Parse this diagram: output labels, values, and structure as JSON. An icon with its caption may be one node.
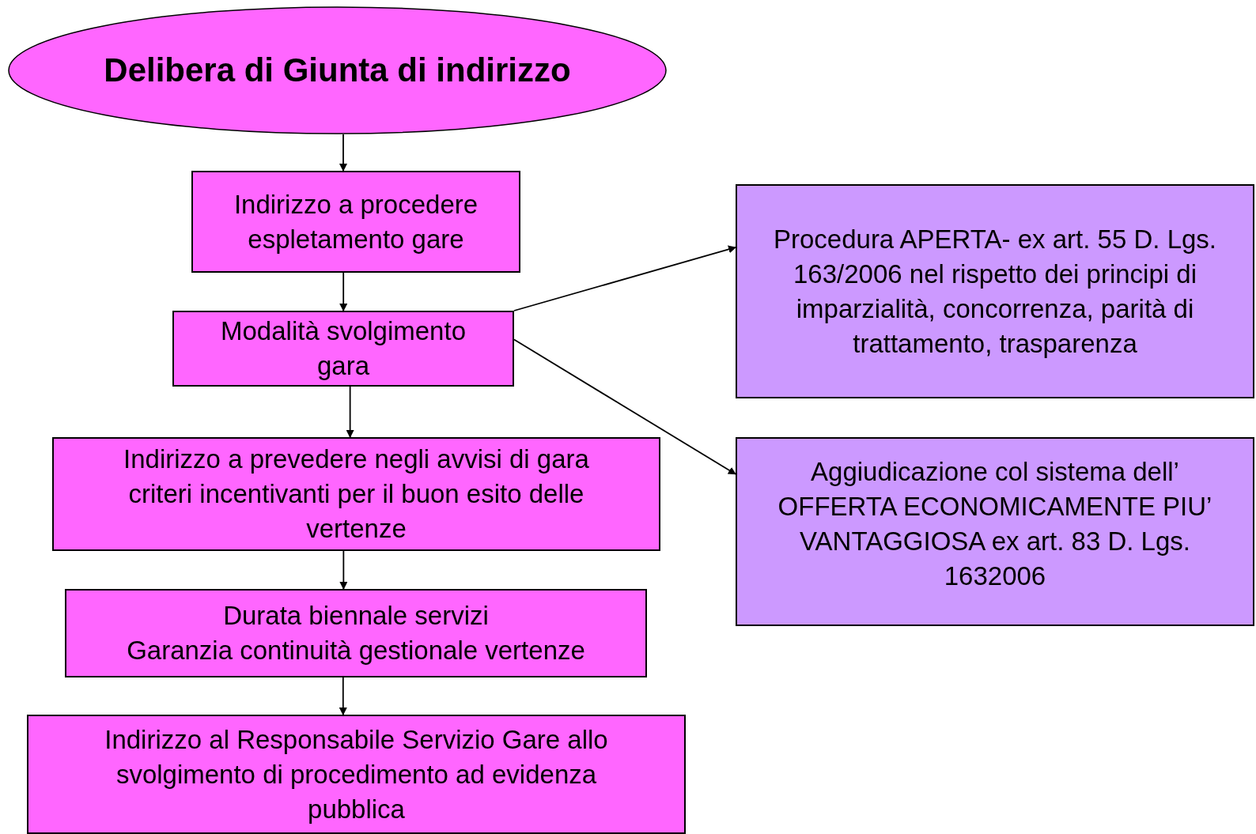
{
  "diagram": {
    "nodes": [
      {
        "text": [
          "Delibera di Giunta di indirizzo"
        ]
      },
      {
        "text": [
          "Indirizzo a procedere espletamento gare"
        ]
      },
      {
        "text": [
          "Modalità svolgimento gara"
        ]
      },
      {
        "text": [
          "Indirizzo a prevedere negli avvisi di gara criteri incentivanti per il buon esito delle vertenze"
        ]
      },
      {
        "text": [
          "Durata biennale servizi",
          "Garanzia continuità gestionale vertenze"
        ]
      },
      {
        "text": [
          "Indirizzo al Responsabile Servizio Gare allo svolgimento di procedimento ad evidenza pubblica"
        ]
      },
      {
        "text": [
          "Procedura APERTA- ex art. 55 D. Lgs. 163/2006 nel rispetto dei principi di imparzialità, concorrenza, parità di trattamento, trasparenza"
        ]
      },
      {
        "text": [
          "Aggiudicazione col sistema dell’ OFFERTA ECONOMICAMENTE PIU’ VANTAGGIOSA ex art. 83 D. Lgs. 1632006"
        ]
      }
    ],
    "edges": [
      {
        "from": 0,
        "to": 1,
        "arrow": "to"
      },
      {
        "from": 1,
        "to": 2,
        "arrow": "to"
      },
      {
        "from": 2,
        "to": 3,
        "arrow": "to"
      },
      {
        "from": 3,
        "to": 4,
        "arrow": "to"
      },
      {
        "from": 4,
        "to": 5,
        "arrow": "to"
      },
      {
        "from": 2,
        "to": 6,
        "arrow": "to"
      },
      {
        "from": 2,
        "to": 7,
        "arrow": "to"
      }
    ]
  }
}
